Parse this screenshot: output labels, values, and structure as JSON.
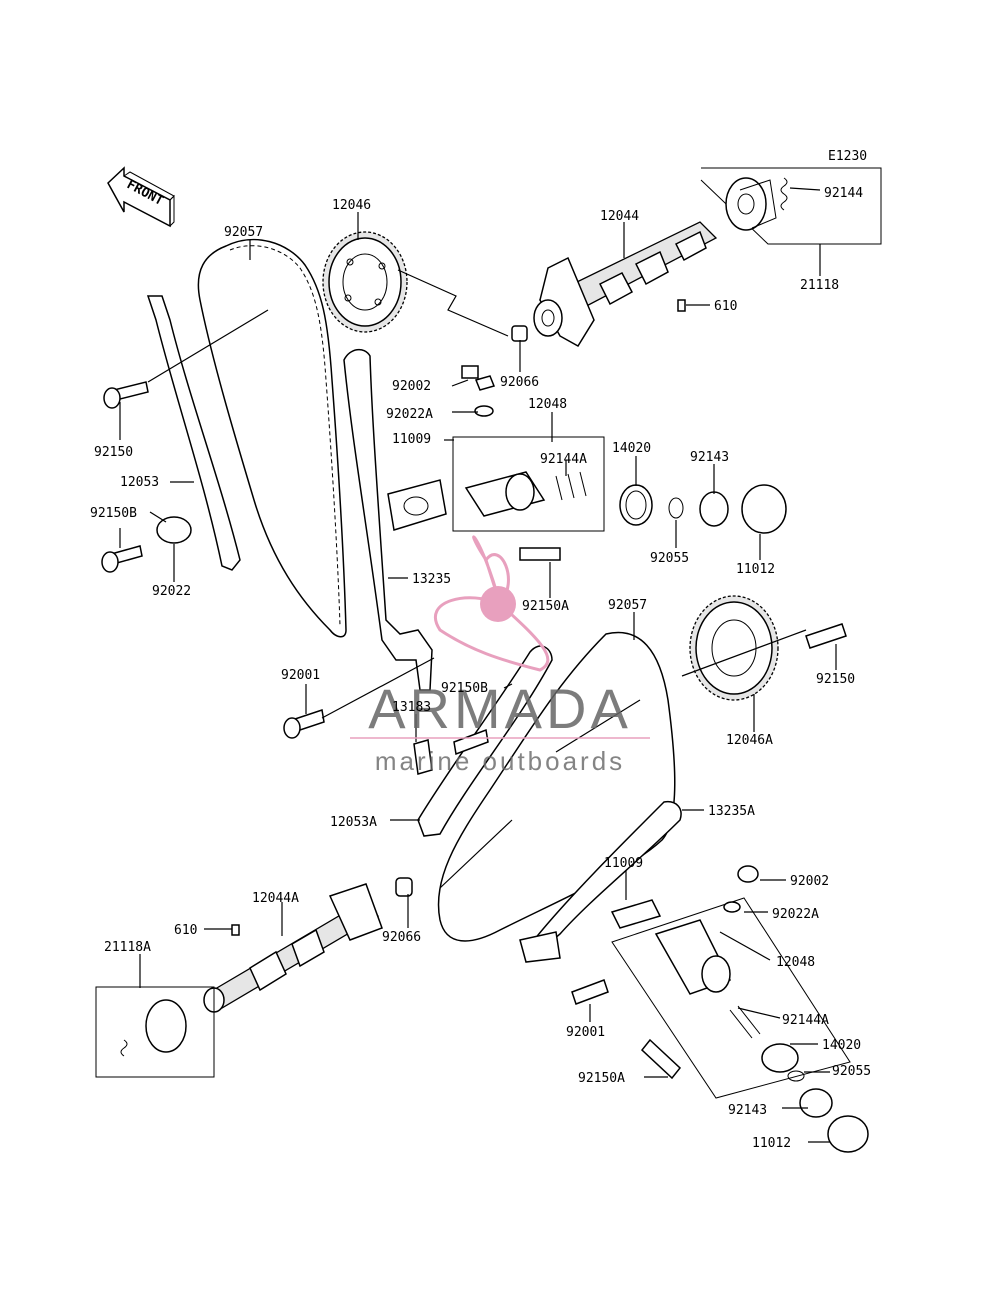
{
  "diagram_code": "E1230",
  "front_arrow_label": "FRONT",
  "watermark": {
    "brand": "ARMADA",
    "tagline": "marine outboards",
    "brand_color": "#666666",
    "accent_color": "#e8a0be"
  },
  "parts": [
    {
      "id": "p-92144-a",
      "label": "92144"
    },
    {
      "id": "p-12044",
      "label": "12044"
    },
    {
      "id": "p-12046",
      "label": "12046"
    },
    {
      "id": "p-92057",
      "label": "92057"
    },
    {
      "id": "p-21118",
      "label": "21118"
    },
    {
      "id": "p-610-a",
      "label": "610"
    },
    {
      "id": "p-92066-a",
      "label": "92066"
    },
    {
      "id": "p-92002-a",
      "label": "92002"
    },
    {
      "id": "p-92022a-a",
      "label": "92022A"
    },
    {
      "id": "p-12048-a",
      "label": "12048"
    },
    {
      "id": "p-11009-a",
      "label": "11009"
    },
    {
      "id": "p-92144a-a",
      "label": "92144A"
    },
    {
      "id": "p-14020-a",
      "label": "14020"
    },
    {
      "id": "p-92143-a",
      "label": "92143"
    },
    {
      "id": "p-92150-a",
      "label": "92150"
    },
    {
      "id": "p-12053",
      "label": "12053"
    },
    {
      "id": "p-92150b-a",
      "label": "92150B"
    },
    {
      "id": "p-92022",
      "label": "92022"
    },
    {
      "id": "p-92055-a",
      "label": "92055"
    },
    {
      "id": "p-11012-a",
      "label": "11012"
    },
    {
      "id": "p-13235",
      "label": "13235"
    },
    {
      "id": "p-92150a-a",
      "label": "92150A"
    },
    {
      "id": "p-92057-b",
      "label": "92057"
    },
    {
      "id": "p-92150-b",
      "label": "92150"
    },
    {
      "id": "p-92001-a",
      "label": "92001"
    },
    {
      "id": "p-92150b-b",
      "label": "92150B"
    },
    {
      "id": "p-13183",
      "label": "13183"
    },
    {
      "id": "p-12046a",
      "label": "12046A"
    },
    {
      "id": "p-12053a",
      "label": "12053A"
    },
    {
      "id": "p-13235a",
      "label": "13235A"
    },
    {
      "id": "p-11009-b",
      "label": "11009"
    },
    {
      "id": "p-92002-b",
      "label": "92002"
    },
    {
      "id": "p-12044a",
      "label": "12044A"
    },
    {
      "id": "p-92022a-b",
      "label": "92022A"
    },
    {
      "id": "p-610-b",
      "label": "610"
    },
    {
      "id": "p-92066-b",
      "label": "92066"
    },
    {
      "id": "p-21118a",
      "label": "21118A"
    },
    {
      "id": "p-12048-b",
      "label": "12048"
    },
    {
      "id": "p-92144a-b",
      "label": "92144A"
    },
    {
      "id": "p-92001-b",
      "label": "92001"
    },
    {
      "id": "p-14020-b",
      "label": "14020"
    },
    {
      "id": "p-92150a-b",
      "label": "92150A"
    },
    {
      "id": "p-92055-b",
      "label": "92055"
    },
    {
      "id": "p-92143-b",
      "label": "92143"
    },
    {
      "id": "p-11012-b",
      "label": "11012"
    }
  ]
}
